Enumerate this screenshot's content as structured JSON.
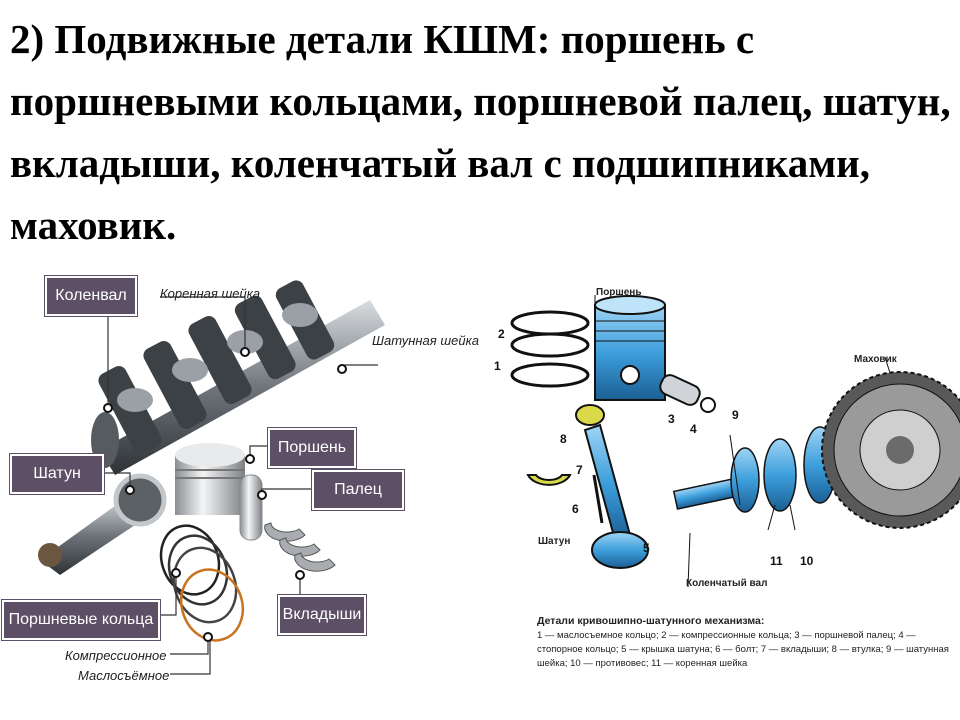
{
  "slide": {
    "title": "2) Подвижные детали КШМ: поршень с поршневыми кольцами, поршневой палец, шатун, вкладыши, коленчатый вал с подшипниками, маховик."
  },
  "left_diagram": {
    "labels": {
      "crankshaft": "Коленвал",
      "main_journal": "Коренная шейка",
      "rod_journal": "Шатунная шейка",
      "piston": "Поршень",
      "rod": "Шатун",
      "pin": "Палец",
      "rings": "Поршневые кольца",
      "bearings": "Вкладыши",
      "compression": "Компрессионное",
      "oil_ring": "Маслосъёмное"
    }
  },
  "right_diagram": {
    "labels": {
      "piston": "Поршень",
      "flywheel": "Маховик",
      "rod": "Шатун",
      "crankshaft": "Коленчатый вал"
    },
    "numbers": [
      "1",
      "2",
      "3",
      "4",
      "5",
      "6",
      "7",
      "8",
      "9",
      "10",
      "11"
    ],
    "caption_title": "Детали кривошипно-шатунного механизма:",
    "caption_text": "1 — маслосъемное кольцо; 2 — компрессионные кольца; 3 — поршневой палец; 4 — стопорное кольцо; 5 — крышка шатуна; 6 — болт; 7 — вкладыши; 8 — втулка; 9 — шатунная шейка; 10 — противовес; 11 — коренная шейка"
  },
  "colors": {
    "label_bg": "#5c4f66",
    "blue_part": "#3d9fdc",
    "yellow_part": "#d9d94a"
  }
}
